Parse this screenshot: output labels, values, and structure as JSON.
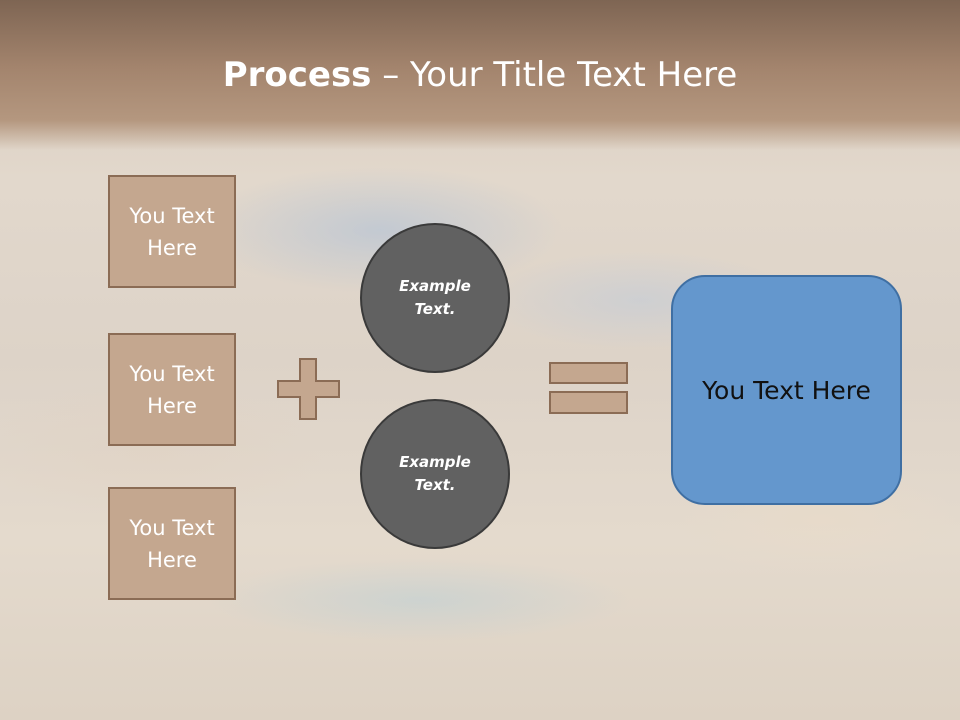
{
  "title": {
    "bold": "Process",
    "rest": " – Your Title Text Here"
  },
  "left_boxes": [
    {
      "line1": "You Text",
      "line2": "Here"
    },
    {
      "line1": "You Text",
      "line2": "Here"
    },
    {
      "line1": "You Text",
      "line2": "Here"
    }
  ],
  "circles": [
    {
      "line1": "Example",
      "line2": "Text."
    },
    {
      "line1": "Example",
      "line2": "Text."
    }
  ],
  "result_box": {
    "label": "You Text Here"
  },
  "colors": {
    "header": "#a3846d",
    "tan_box": "#c4a78f",
    "circle": "#616161",
    "result_box": "#6497cd"
  }
}
